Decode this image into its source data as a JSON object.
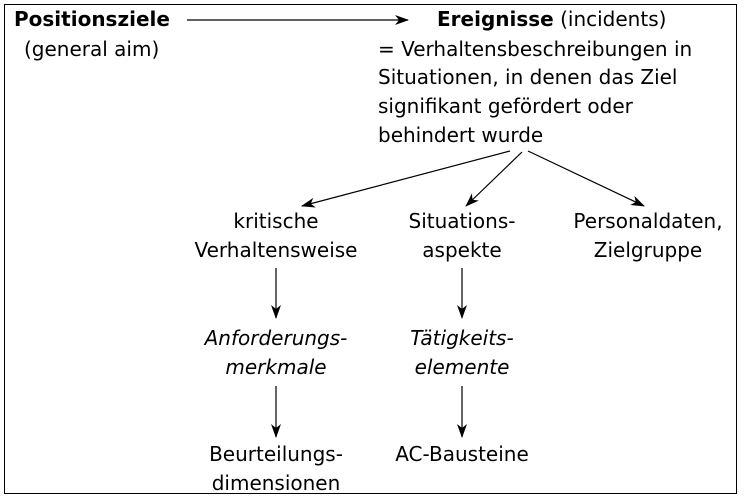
{
  "left": {
    "title": "Positionsziele",
    "subtitle": "(general aim)"
  },
  "right": {
    "title": "Ereignisse",
    "title_suffix": "(incidents)",
    "lines": [
      "= Verhaltensbeschreibungen in",
      "Situationen, in denen das Ziel",
      "signifikant gefördert oder",
      "behindert wurde"
    ]
  },
  "columns": {
    "behavior": {
      "line1": "kritische",
      "line2": "Verhaltensweise",
      "mid_line1": "Anforderungs-",
      "mid_line2": "merkmale",
      "bottom_line1": "Beurteilungs-",
      "bottom_line2": "dimensionen"
    },
    "situation": {
      "line1": "Situations-",
      "line2": "aspekte",
      "mid_line1": "Tätigkeits-",
      "mid_line2": "elemente",
      "bottom_line1": "AC-Bausteine"
    },
    "personal": {
      "line1": "Personaldaten,",
      "line2": "Zielgruppe"
    }
  }
}
